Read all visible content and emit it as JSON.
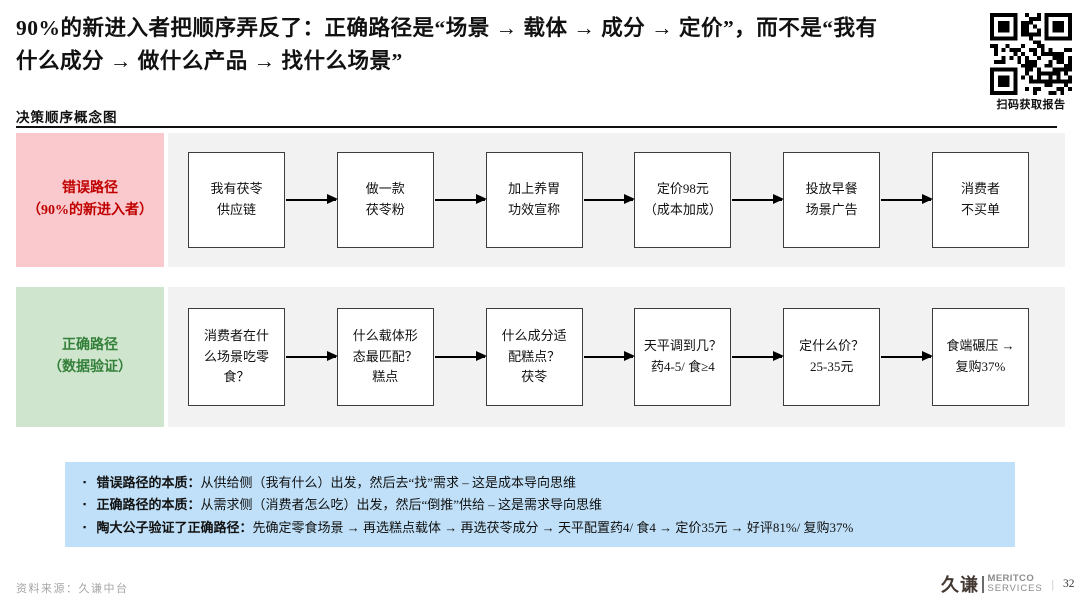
{
  "slide": {
    "title": "90%的新进入者把顺序弄反了：正确路径是“场景 → 载体 → 成分 → 定价”，而不是“我有\n什么成分 → 做什么产品 → 找什么场景”",
    "qr": {
      "caption": "扫码获取报告"
    },
    "diagram": {
      "caption": "决策顺序概念图",
      "rows": [
        {
          "label": "错误路径\n（90%的新进入者）",
          "label_color": "#c00000",
          "label_bg": "#fac9cd",
          "boxes": [
            "我有茯苓\n供应链",
            "做一款\n茯苓粉",
            "加上养胃\n功效宣称",
            "定价98元\n（成本加成）",
            "投放早餐\n场景广告",
            "消费者\n不买单"
          ]
        },
        {
          "label": "正确路径\n（数据验证）",
          "label_color": "#33803a",
          "label_bg": "#d0e5cd",
          "boxes": [
            "消费者在什\n么场景吃零\n食？",
            "什么载体形\n态最匹配？\n糕点",
            "什么成分适\n配糕点？\n茯苓",
            "天平调到几？\n药4-5/ 食≥4",
            "定什么价？\n25-35元",
            "食端碾压 →\n复购37%"
          ]
        }
      ],
      "track_bg": "#f2f2f2",
      "box_border": "#3d3d3d"
    },
    "insights": {
      "bg": "#bfe0f8",
      "items": [
        {
          "lead": "错误路径的本质：",
          "text": "从供给侧（我有什么）出发，然后去“找”需求 – 这是成本导向思维"
        },
        {
          "lead": "正确路径的本质：",
          "text": "从需求侧（消费者怎么吃）出发，然后“倒推”供给 – 这是需求导向思维"
        },
        {
          "lead": "陶大公子验证了正确路径：",
          "text": "先确定零食场景 → 再选糕点载体 → 再选茯苓成分 → 天平配置药4/ 食4 → 定价35元 → 好评81%/ 复购37%"
        }
      ]
    },
    "footer": {
      "source": "资料来源：久谦中台",
      "logo_cn": "久谦",
      "logo_en_line1": "MERITCO",
      "logo_en_line2": "SERVICES",
      "page": "32"
    }
  }
}
